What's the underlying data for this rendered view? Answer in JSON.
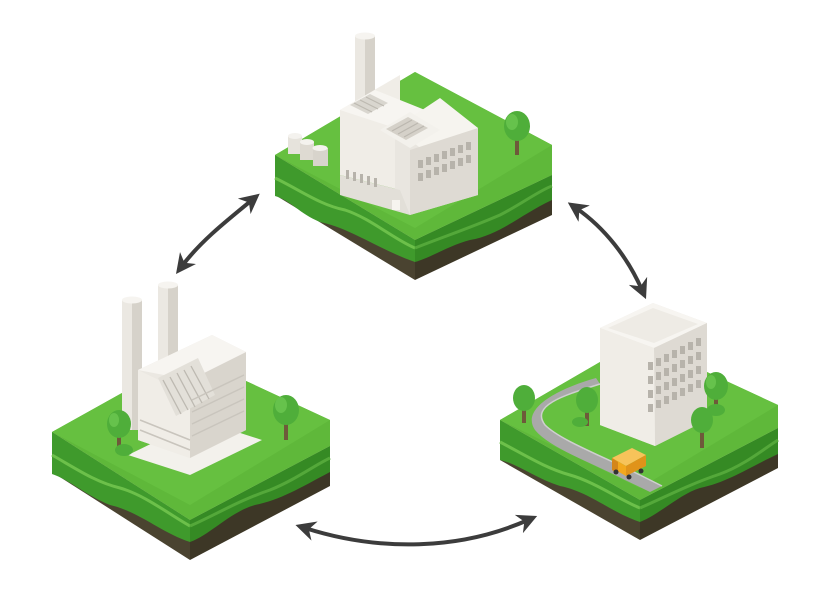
{
  "diagram": {
    "nodes": [
      {
        "id": "factory",
        "icon": "factory-icon"
      },
      {
        "id": "power-plant",
        "icon": "power-plant-icon"
      },
      {
        "id": "office",
        "icon": "office-building-icon"
      }
    ],
    "links": [
      {
        "from": "factory",
        "to": "office",
        "direction": "bidirectional"
      },
      {
        "from": "factory",
        "to": "power-plant",
        "direction": "bidirectional"
      },
      {
        "from": "power-plant",
        "to": "office",
        "direction": "bidirectional"
      }
    ],
    "colors": {
      "grass_top": "#5fb83a",
      "grass_side": "#3f9a2c",
      "soil_dark": "#4a4330",
      "building": "#ebe8e2",
      "building_shade": "#d6d2ca",
      "arrow": "#3c3c3c",
      "road": "#a9a9a9",
      "truck": "#f2a81d",
      "tree": "#4fae3a"
    }
  }
}
